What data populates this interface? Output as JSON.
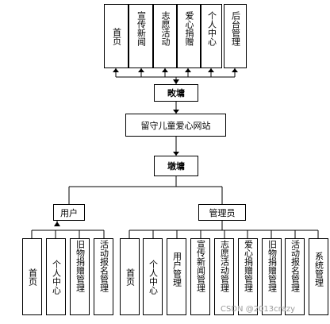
{
  "top_modules": [
    "首页",
    "宣传新闻",
    "志愿活动",
    "爱心捐赠",
    "个人中心",
    "后台管理"
  ],
  "front_end_label": "畋墉",
  "system_title": "留守儿童爱心网站",
  "back_end_label": "墩墉",
  "user_group": {
    "label": "用户",
    "modules": [
      "首页",
      "个人中心",
      "旧物捐赠管理",
      "活动报名管理"
    ]
  },
  "admin_group": {
    "label": "管理员",
    "modules": [
      "首页",
      "个人中心",
      "用户管理",
      "宣传新闻管理",
      "志愿活动管理",
      "爱心捐赠管理",
      "旧物捐赠管理",
      "活动报名管理",
      "系统管理"
    ]
  },
  "watermark": "CSDN @2013crazy"
}
